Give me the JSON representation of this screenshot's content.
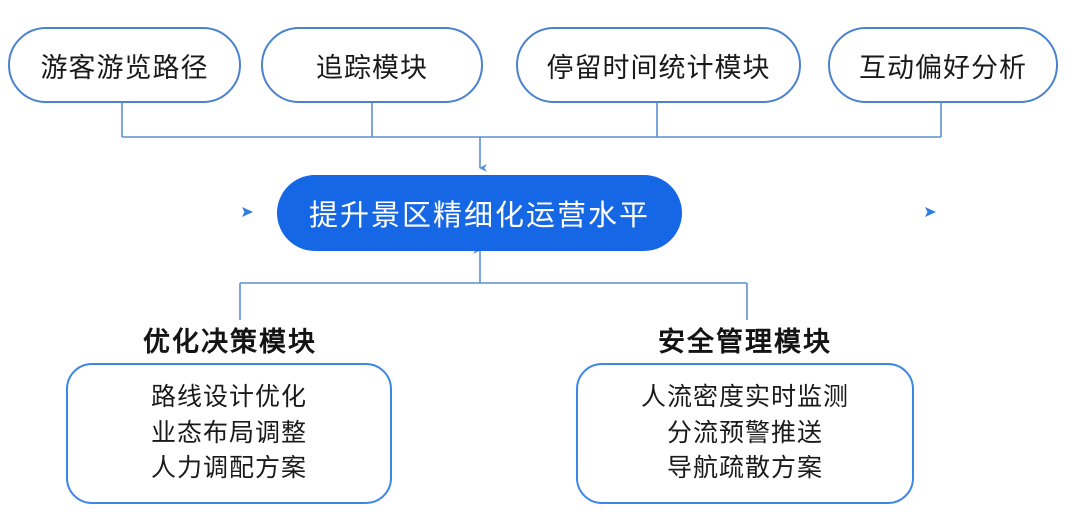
{
  "diagram": {
    "title_center": "提升景区精细化运营水平",
    "colors": {
      "center_fill": "#1667e6",
      "center_text": "#ffffff",
      "top_box_border": "#4a82cf",
      "detail_box_border": "#3c86e8",
      "connector_line": "#5b8fd4",
      "side_arrow": "#2f7de0",
      "background": "#ffffff",
      "text": "#1a1a1a"
    },
    "top_nodes": [
      {
        "label": "游客游览路径"
      },
      {
        "label": "追踪模块"
      },
      {
        "label": "停留时间统计模块"
      },
      {
        "label": "互动偏好分析"
      }
    ],
    "bottom_groups": [
      {
        "title": "优化决策模块",
        "items": [
          "路线设计优化",
          "业态布局调整",
          "人力调配方案"
        ]
      },
      {
        "title": "安全管理模块",
        "items": [
          "人流密度实时监测",
          "分流预警推送",
          "导航疏散方案"
        ]
      }
    ]
  }
}
